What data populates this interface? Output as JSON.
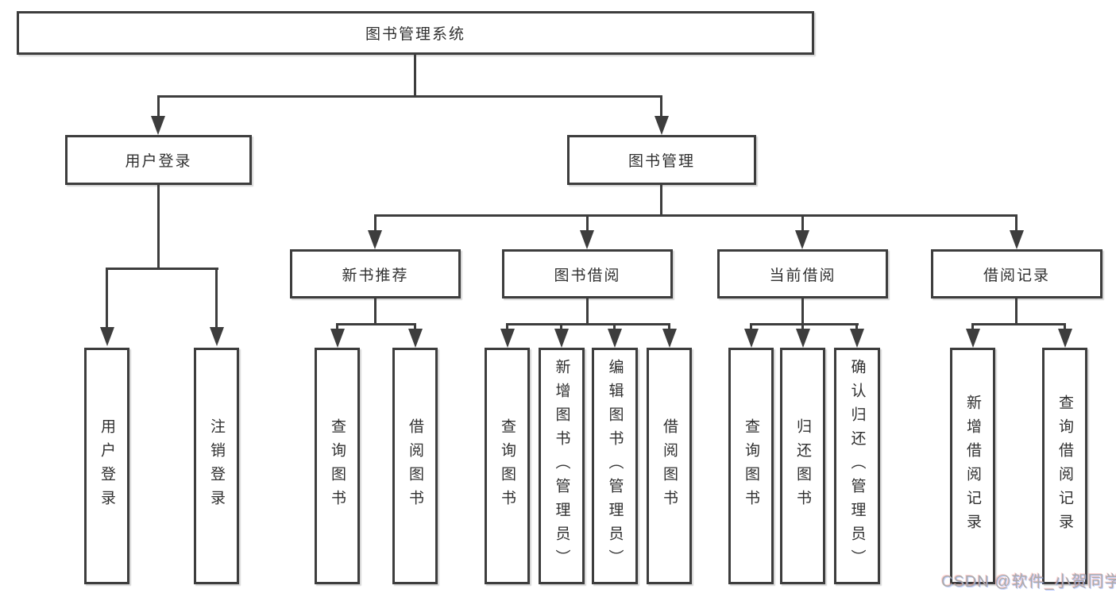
{
  "diagram": {
    "type": "hierarchy",
    "root": {
      "label": "图书管理系统"
    },
    "level2": [
      {
        "label": "用户登录",
        "parent": "图书管理系统",
        "children": [
          "用户登录",
          "注销登录"
        ]
      },
      {
        "label": "图书管理",
        "parent": "图书管理系统",
        "children": [
          "新书推荐",
          "图书借阅",
          "当前借阅",
          "借阅记录"
        ]
      }
    ],
    "level3": [
      {
        "label": "新书推荐",
        "parent": "图书管理",
        "children": [
          "查询图书",
          "借阅图书"
        ]
      },
      {
        "label": "图书借阅",
        "parent": "图书管理",
        "children": [
          "查询图书",
          "新增图书（管理员）",
          "编辑图书（管理员）",
          "借阅图书"
        ]
      },
      {
        "label": "当前借阅",
        "parent": "图书管理",
        "children": [
          "查询图书",
          "归还图书",
          "确认归还（管理员）"
        ]
      },
      {
        "label": "借阅记录",
        "parent": "图书管理",
        "children": [
          "新增借阅记录",
          "查询借阅记录"
        ]
      }
    ],
    "leaves": [
      {
        "label": "用户登录",
        "parent": "用户登录"
      },
      {
        "label": "注销登录",
        "parent": "用户登录"
      },
      {
        "label": "查询图书",
        "parent": "新书推荐"
      },
      {
        "label": "借阅图书",
        "parent": "新书推荐"
      },
      {
        "label": "查询图书",
        "parent": "图书借阅"
      },
      {
        "label": "新增图书（管理员）",
        "parent": "图书借阅"
      },
      {
        "label": "编辑图书（管理员）",
        "parent": "图书借阅"
      },
      {
        "label": "借阅图书",
        "parent": "图书借阅"
      },
      {
        "label": "查询图书",
        "parent": "当前借阅"
      },
      {
        "label": "归还图书",
        "parent": "当前借阅"
      },
      {
        "label": "确认归还（管理员）",
        "parent": "当前借阅"
      },
      {
        "label": "新增借阅记录",
        "parent": "借阅记录"
      },
      {
        "label": "查询借阅记录",
        "parent": "借阅记录"
      }
    ]
  },
  "watermark": {
    "text": "CSDN @软件_小贺同学",
    "color": "#ababab"
  },
  "colors": {
    "line": "#3d3d3d",
    "border": "#3d3d3d",
    "text": "#303030",
    "background": "#ffffff"
  }
}
